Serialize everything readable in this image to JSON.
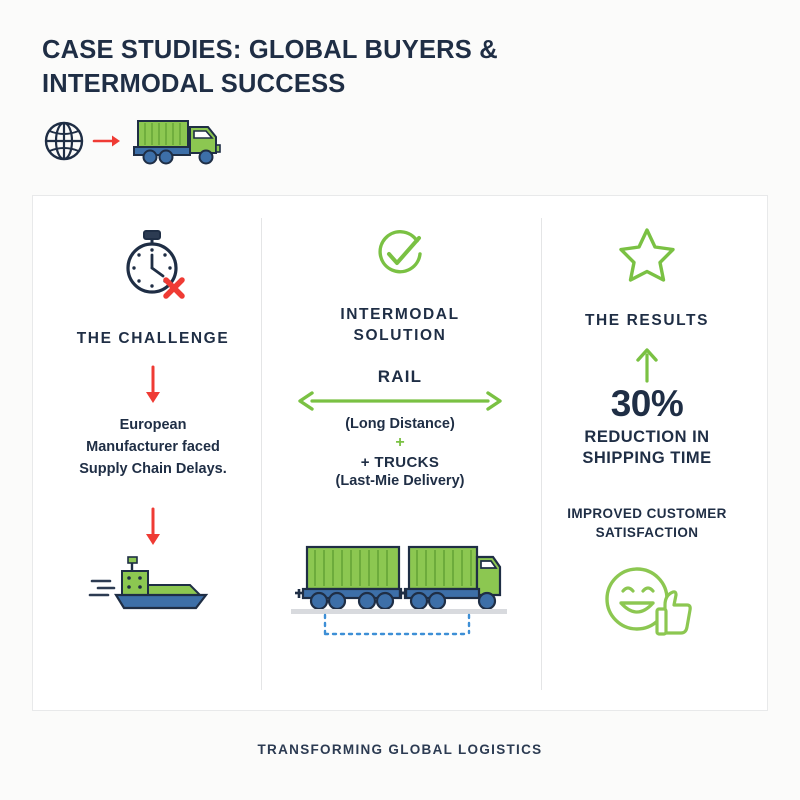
{
  "header": {
    "title": "CASE STUDIES: GLOBAL BUYERS & INTERMODAL SUCCESS",
    "icons": {
      "globe": "globe-icon",
      "arrow": "red-arrow-right-icon",
      "truck": "container-truck-icon"
    }
  },
  "colors": {
    "navy": "#1f2e45",
    "green": "#7ac143",
    "red": "#ef3b34",
    "blue": "#3d6fa8",
    "card_bg": "#ffffff",
    "page_bg": "#fbfbfa",
    "divider": "#e4e5e6"
  },
  "columns": [
    {
      "id": "challenge",
      "icon": "stopwatch-with-x-icon",
      "heading": "THE CHALLENGE",
      "arrow": "red-arrow-down-icon",
      "body": "European Manufacturer faced Supply Chain Delays.",
      "body_lines": [
        "European",
        "Manufacturer faced",
        "Supply Chain Delays."
      ],
      "arrow2": "red-arrow-down-icon",
      "illustration": "cargo-ship-icon"
    },
    {
      "id": "solution",
      "icon": "green-check-circle-icon",
      "heading_lines": [
        "INTERMODAL",
        "SOLUTION"
      ],
      "heading": "INTERMODAL SOLUTION",
      "rail_label": "RAIL",
      "rail_arrow": "green-double-arrow-icon",
      "rail_sub": "(Long Distance)",
      "plus": "+",
      "trucks_label": "+ TRUCKS",
      "trucks_sub": "(Last-Mie Delivery)",
      "illustration": "truck-with-trailer-icon"
    },
    {
      "id": "results",
      "icon": "green-star-icon",
      "heading": "THE RESULTS",
      "arrow": "green-arrow-up-icon",
      "stat_value": "30%",
      "stat_label_lines": [
        "REDUCTION IN",
        "SHIPPING TIME"
      ],
      "stat_label": "REDUCTION IN SHIPPING TIME",
      "satisfaction_lines": [
        "IMPROVED CUSTOMER",
        "SATISFACTION"
      ],
      "satisfaction": "IMPROVED CUSTOMER SATISFACTION",
      "illustration": "smiley-thumbs-up-icon"
    }
  ],
  "footer": {
    "tagline": "TRANSFORMING GLOBAL LOGISTICS"
  }
}
